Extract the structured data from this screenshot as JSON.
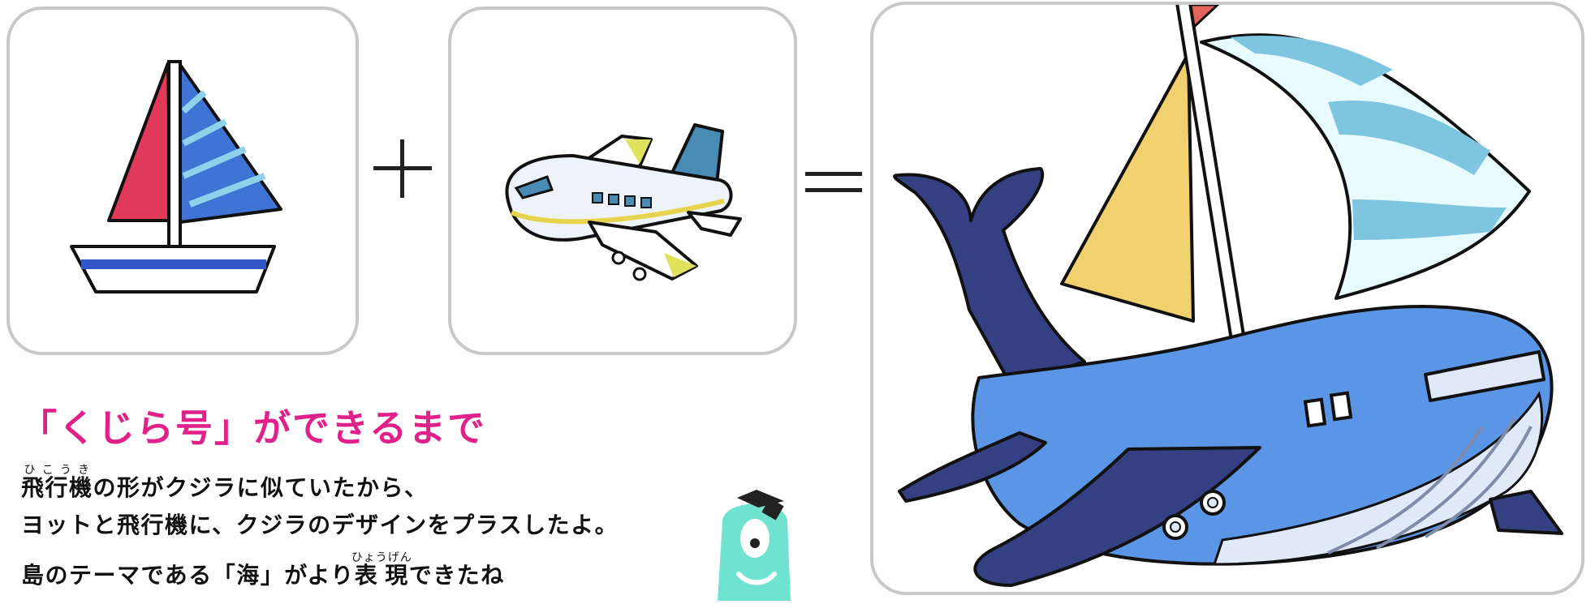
{
  "heading": "「くじら号」ができるまで",
  "operators": {
    "plus": "+",
    "equals": "="
  },
  "colors": {
    "heading": "#e0218a",
    "panel_border": "#c8c8c8",
    "whale_body": "#5b96e6",
    "whale_fin": "#354082",
    "sail_yellow": "#f0d16e",
    "sail_stripe": "#7ec5df",
    "sailboat_sail_red": "#e0395a",
    "sailboat_sail_blue": "#3f74d4",
    "mascot": "#6fe3cf"
  },
  "description": {
    "line1": {
      "ruby": {
        "base": "飛行機",
        "reading": "ひこうき"
      },
      "rest": "の形がクジラに似ていたから、"
    },
    "line2": "ヨットと飛行機に、クジラのデザインをプラスしたよ。",
    "line3": {
      "before": "島のテーマである「海」がより",
      "ruby": {
        "base": "表現",
        "reading": "ひょうげん"
      },
      "after": "できたね"
    }
  },
  "images": {
    "sailboat": "sailboat-icon",
    "airplane": "airplane-icon",
    "whale_ship": "whale-ship-icon",
    "mascot": "mascot-icon"
  }
}
